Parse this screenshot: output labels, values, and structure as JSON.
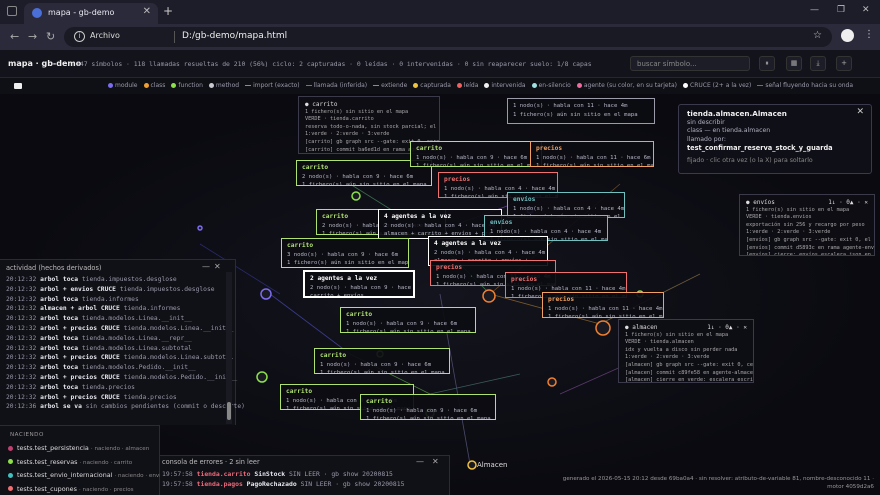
{
  "browser": {
    "tab_title": "mapa - gb-demo",
    "tab_close": "✕",
    "new_tab": "+",
    "site_chip": "Archivo",
    "url": "D:/gb-demo/mapa.html"
  },
  "header": {
    "brand": "mapa · gb-demo",
    "stats": "147 símbolos · 118 llamadas resueltas de 210 (56%)   ciclo: 2 capturadas · 0 leídas · 0 intervenidas · 0 sin reaparecer   suelo: 1/8 capas",
    "search_placeholder": "buscar símbolo...",
    "btn_pause": "⏸",
    "btn_grid": "▦",
    "btn_download": "⤓",
    "btn_add": "+"
  },
  "legend": {
    "items": [
      {
        "label": "module",
        "color": "#7b6cf0",
        "kind": "dot"
      },
      {
        "label": "class",
        "color": "#f0a030",
        "kind": "dot"
      },
      {
        "label": "function",
        "color": "#8ce04a",
        "kind": "dot"
      },
      {
        "label": "method",
        "color": "#c8c8d0",
        "kind": "dot"
      },
      {
        "label": "import (exacto)",
        "color": "#8a8aa0",
        "kind": "line"
      },
      {
        "label": "llamada (inferida)",
        "color": "#b040f0",
        "kind": "line"
      },
      {
        "label": "extiende",
        "color": "#40a0f0",
        "kind": "line"
      },
      {
        "label": "capturada",
        "color": "#f0c040",
        "kind": "dot"
      },
      {
        "label": "leída",
        "color": "#f06060",
        "kind": "dot"
      },
      {
        "label": "intervenida",
        "color": "#f0f0f0",
        "kind": "dot"
      },
      {
        "label": "en-silencio",
        "color": "#a0e0e0",
        "kind": "dot"
      },
      {
        "label": "agente (su color, en su tarjeta)",
        "color": "#f06aa0",
        "kind": "dot"
      },
      {
        "label": "CRUCE (2+ a la vez)",
        "color": "#ffffff",
        "kind": "dot"
      },
      {
        "label": "señal fluyendo hacia su onda",
        "color": "#6a6aa0",
        "kind": "line"
      }
    ]
  },
  "info_panel": {
    "title": "tienda.almacen.Almacen",
    "line1": "sin describir",
    "line2": "class — en tienda.almacen",
    "line3": "llamado por:",
    "caller": "test_confirmar_reserva_stock_y_guarda",
    "hint": "fijado · clic otra vez (o la X) para soltarlo",
    "close": "✕"
  },
  "cards": [
    {
      "title": "● carrito",
      "lines": [
        "1 fichero(s) sin sitio en el mapa",
        "VERDE · tienda.carrito",
        "reserva todo-o-nada, sin stock parcial; el reinte",
        "1:verde · 2:verde · 3:verde",
        "[carrito] gb graph src --gate: exit 0, cero ...",
        "[carrito] commit ba6ed1d en rama agente-carr...",
        "[carrito] cierre: escalera verde en agente-car..."
      ],
      "color": "#a0a0a8",
      "kind": "side"
    },
    {
      "title": "",
      "lines": [
        "1 nodo(s) · habla con 11 · hace 4m",
        "1 fichero(s) aún sin sitio en el mapa"
      ],
      "color": "#9a9aa8"
    },
    {
      "title": "carrito",
      "lines": [
        "2 nodo(s) · habla con 9 · hace 6m",
        "1 fichero(s) aún sin sitio en el mapa"
      ],
      "color": "#b0e070"
    },
    {
      "title": "carrito",
      "lines": [
        "1 nodo(s) · habla con 9 · hace 6m",
        "1 fichero(s) aún sin sitio en el mapa"
      ],
      "color": "#b0e070"
    },
    {
      "title": "precios",
      "lines": [
        "1 nodo(s) · habla con 11 · hace 6m",
        "1 fichero(s) aún sin sitio en el mapa"
      ],
      "color": "#f0a060"
    },
    {
      "title": "precios",
      "lines": [
        "1 nodo(s) · habla con 4 · hace 4m",
        "1 fichero(s) aún sin sitio en el mapa"
      ],
      "color": "#f07070"
    },
    {
      "title": "envíos",
      "lines": [
        "1 nodo(s) · habla con 4 · hace 4m",
        "1 fichero(s) aún sin sitio en el mapa"
      ],
      "color": "#70c0c0"
    },
    {
      "title": "carrito",
      "lines": [
        "2 nodo(s) · habla con 9 · hace 6m",
        "1 fichero(s) aún sin sitio en el mapa"
      ],
      "color": "#b0e070"
    },
    {
      "title": "4 agentes a la vez",
      "lines": [
        "2 nodo(s) · habla con 4 · hace 4m",
        "almacen + carrito + envíos + pre..."
      ],
      "color": "#ffffff"
    },
    {
      "title": "envíos",
      "lines": [
        "1 nodo(s) · habla con 4 · hace 4m",
        "1 fichero(s) aún sin sitio en el mapa"
      ],
      "color": "#70c0c0"
    },
    {
      "title": "carrito",
      "lines": [
        "3 nodo(s) · habla con 9 · hace 6m",
        "1 fichero(s) aún sin sitio en el mapa"
      ],
      "color": "#b0e070"
    },
    {
      "title": "4 agentes a la vez",
      "lines": [
        "2 nodo(s) · habla con 4 · hace 4m",
        "almacen + carrito + envíos + ..."
      ],
      "color": "#ffffff"
    },
    {
      "title": "precios",
      "lines": [
        "1 nodo(s) · habla con 11 · hace 4m",
        "1 fichero(s) aún sin sitio en el mapa"
      ],
      "color": "#f07070"
    },
    {
      "title": "2 agentes a la vez",
      "lines": [
        "2 nodo(s) · habla con 9 · hace 6m",
        "carrito + envíos"
      ],
      "color": "#ffffff",
      "kind": "active"
    },
    {
      "title": "precios",
      "lines": [
        "1 nodo(s) · habla con 11 · hace 4m",
        "1 fichero(s) aún sin sitio en el mapa"
      ],
      "color": "#f07070"
    },
    {
      "title": "precios",
      "lines": [
        "1 nodo(s) · habla con 11 · hace 4m",
        "1 fichero(s) aún sin sitio en el mapa"
      ],
      "color": "#f0a060"
    },
    {
      "title": "carrito",
      "lines": [
        "1 nodo(s) · habla con 9 · hace 6m",
        "1 fichero(s) aún sin sitio en el mapa"
      ],
      "color": "#b0e070"
    },
    {
      "title": "carrito",
      "lines": [
        "1 nodo(s) · habla con 9 · hace 6m",
        "1 fichero(s) aún sin sitio en el mapa"
      ],
      "color": "#b0e070"
    },
    {
      "title": "carrito",
      "lines": [
        "1 nodo(s) · habla con 9 · hace 6m",
        "1 fichero(s) aún sin sitio en el mapa"
      ],
      "color": "#b0e070"
    },
    {
      "title": "carrito",
      "lines": [
        "1 nodo(s) · habla con 9 · hace 6m",
        "1 fichero(s) aún sin sitio en el mapa"
      ],
      "color": "#b0e070"
    }
  ],
  "side_envios": {
    "title": "● envíos",
    "meta": "1↓ · 0▲ · ✕",
    "lines": [
      "1 fichero(s) sin sitio en el mapa",
      "VERDE · tienda.envios",
      "exportación sin 256 y recargo por peso",
      "1:verde · 2:verde · 3:verde",
      "[envíos] gb graph src --gate: exit 0, el cic...",
      "[envíos] commit d5893c en rama agente-envíos",
      "[envíos] cierre: envíos.escalera.json en ver..."
    ]
  },
  "side_almacen": {
    "title": "● almacen",
    "meta": "1↓ · 0▲ · ✕",
    "lines": [
      "1 fichero(s) sin sitio en el mapa",
      "VERDE · tienda.almacen",
      "idx y vuelta a disco sin perder nada",
      "1:verde · 2:verde · 3:verde",
      "[almacen] gb graph src --gate: exit 0, cero ...",
      "[almacen] commit c89fe58 en agente-almacen:...",
      "[almacen] cierre en verde: escalera escrita,..."
    ]
  },
  "activity": {
    "title": "actividad (hechos derivados)",
    "min": "—",
    "close": "✕",
    "rows": [
      {
        "time": "20:12:32",
        "who": "arbol",
        "verb": "toca",
        "target": "tienda.impuestos.desglose"
      },
      {
        "time": "20:12:32",
        "who": "arbol + envios",
        "verb": "CRUCE",
        "target": "tienda.impuestos.desglose"
      },
      {
        "time": "20:12:32",
        "who": "arbol",
        "verb": "toca",
        "target": "tienda.informes"
      },
      {
        "time": "20:12:32",
        "who": "almacen + arbol",
        "verb": "CRUCE",
        "target": "tienda.informes"
      },
      {
        "time": "20:12:32",
        "who": "arbol",
        "verb": "toca",
        "target": "tienda.modelos.Linea.__init__"
      },
      {
        "time": "20:12:32",
        "who": "arbol + precios",
        "verb": "CRUCE",
        "target": "tienda.modelos.Linea.__init__"
      },
      {
        "time": "20:12:32",
        "who": "arbol",
        "verb": "toca",
        "target": "tienda.modelos.Linea.__repr__"
      },
      {
        "time": "20:12:32",
        "who": "arbol",
        "verb": "toca",
        "target": "tienda.modelos.Linea.subtotal"
      },
      {
        "time": "20:12:32",
        "who": "arbol + precios",
        "verb": "CRUCE",
        "target": "tienda.modelos.Linea.subtotal"
      },
      {
        "time": "20:12:32",
        "who": "arbol",
        "verb": "toca",
        "target": "tienda.modelos.Pedido.__init__"
      },
      {
        "time": "20:12:32",
        "who": "arbol + precios",
        "verb": "CRUCE",
        "target": "tienda.modelos.Pedido.__init__"
      },
      {
        "time": "20:12:32",
        "who": "arbol",
        "verb": "toca",
        "target": "tienda.precios"
      },
      {
        "time": "20:12:32",
        "who": "arbol + precios",
        "verb": "CRUCE",
        "target": "tienda.precios"
      },
      {
        "time": "20:12:36",
        "who": "arbol",
        "verb": "se va",
        "target": "sin cambios pendientes (commit o descarte)"
      }
    ]
  },
  "tests": {
    "title": "NACIENDO",
    "items": [
      {
        "name": "tests.test_persistencia",
        "sub": "· naciendo · almacen",
        "color": "#c04070"
      },
      {
        "name": "tests.test_reservas",
        "sub": "· naciendo · carrito",
        "color": "#8ce04a"
      },
      {
        "name": "tests.test_envio_internacional",
        "sub": "· naciendo · envíos",
        "color": "#40c0c0"
      },
      {
        "name": "tests.test_cupones",
        "sub": "· naciendo · precios",
        "color": "#f07070"
      }
    ]
  },
  "console": {
    "title": "consola de errores · 2 sin leer",
    "min": "—",
    "close": "✕",
    "rows": [
      {
        "time": "19:57:58",
        "file": "tienda.carrito",
        "err": "SinStock",
        "rest": "SIN LEER · gb show 20200815"
      },
      {
        "time": "19:57:58",
        "file": "tienda.pagos",
        "err": "PagoRechazado",
        "rest": "SIN LEER · gb show 20200815"
      }
    ]
  },
  "status": {
    "line1": "generado el 2026-05-15 20:12 desde 69ba0a4 · sin resolver: atributo-de-variable 81, nombre-desconocido 11 ·",
    "line2": "motor 4059d2a6"
  },
  "node_label": "Almacen"
}
